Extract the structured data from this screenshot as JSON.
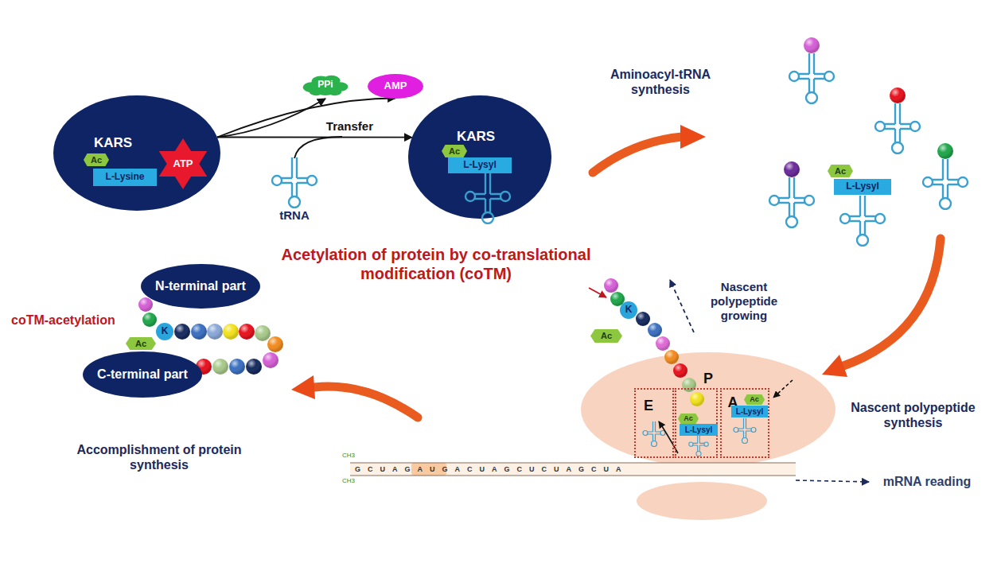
{
  "diagram": {
    "nodes": [
      {
        "text": [
          "KARS"
        ]
      },
      {
        "text": [
          "Ac"
        ],
        "in": 0
      },
      {
        "text": [
          "L-Lysine"
        ],
        "in": 0
      },
      {
        "text": [
          "ATP"
        ],
        "in": 0
      },
      {
        "text": [
          "PPi"
        ]
      },
      {
        "text": [
          "AMP"
        ]
      },
      {
        "text": [
          "KARS"
        ]
      },
      {
        "text": [
          "Ac"
        ],
        "in": 6
      },
      {
        "text": [
          "L-Lysyl"
        ],
        "in": 6
      },
      {
        "text": [
          "Ac"
        ]
      },
      {
        "text": [
          "L-Lysyl"
        ]
      },
      {
        "text": [
          "E"
        ]
      },
      {
        "text": [
          "P"
        ]
      },
      {
        "text": [
          "Ac"
        ],
        "in": 12
      },
      {
        "text": [
          "L-Lysyl"
        ],
        "in": 12
      },
      {
        "text": [
          "A"
        ]
      },
      {
        "text": [
          "Ac"
        ],
        "in": 15
      },
      {
        "text": [
          "L-Lysyl"
        ],
        "in": 15
      },
      {
        "text": [
          "Ac"
        ]
      },
      {
        "text": [
          "K"
        ]
      },
      {
        "text": [
          "N-terminal part"
        ]
      },
      {
        "text": [
          "C-terminal part"
        ]
      },
      {
        "text": [
          "Ac"
        ]
      },
      {
        "text": [
          "K"
        ]
      }
    ],
    "edges": [
      {
        "from": 0,
        "to": 6,
        "arrow": "to",
        "label": "Transfer"
      },
      {
        "from": 0,
        "to": 4,
        "arrow": "to"
      },
      {
        "from": 0,
        "to": 5,
        "arrow": "to"
      }
    ],
    "labels": [
      "tRNA",
      "Aminoacyl-tRNA synthesis",
      "Acetylation of protein by co-translational modification (coTM)",
      "Nascent polypeptide growing",
      "Nascent polypeptide synthesis",
      "mRNA reading",
      "coTM-acetylation",
      "Accomplishment of protein synthesis",
      "CH3",
      "CH3",
      "GCUAGAUGACUAGCUCUAGCUA"
    ]
  }
}
